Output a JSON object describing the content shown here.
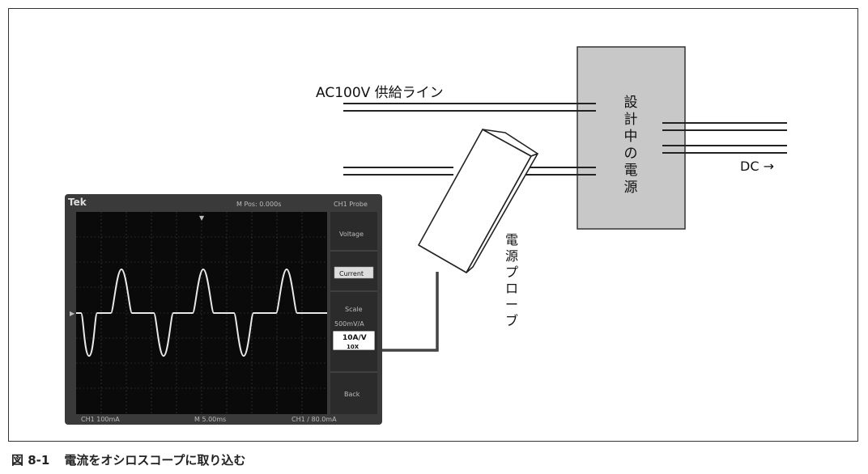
{
  "labels": {
    "ac_line": "AC100V 供給ライン",
    "psu_chars": [
      "設",
      "計",
      "中",
      "の",
      "電",
      "源"
    ],
    "dc_out": "DC →",
    "probe_chars": [
      "電",
      "源",
      "プ",
      "ロ",
      "ー",
      "ブ"
    ]
  },
  "oscilloscope": {
    "brand": "Tek",
    "top_bar": [
      "M Pos: 0.000s",
      "CH1 Probe"
    ],
    "menu": [
      "Voltage",
      "Current",
      "Scale",
      "500mV/A",
      "10A/V",
      "10X",
      "Back"
    ],
    "bottom_bar": [
      "CH1 100mA",
      "M 5.00ms",
      "CH1 / 80.0mA"
    ]
  },
  "caption": {
    "figure_number": "図 8-1",
    "text": "電流をオシロスコープに取り込む"
  },
  "colors": {
    "psu_box": "#c8c8c8",
    "screen": "#0a0a0a",
    "bezel": "#3a3a3a",
    "wire": "#444444"
  }
}
